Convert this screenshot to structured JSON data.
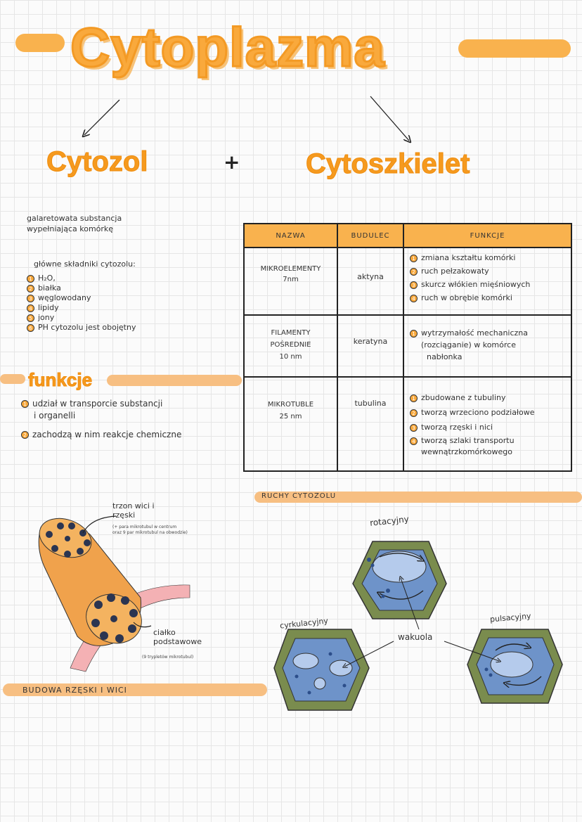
{
  "title": "Cytoplazma",
  "left_heading": "Cytozol",
  "plus": "+",
  "right_heading": "Cytoszkielet",
  "cytozol": {
    "definition": [
      "galaretowata substancja",
      "wypełniająca komórkę"
    ],
    "components_label": "główne składniki cytozolu:",
    "components": [
      "H₂O,",
      "białka",
      "węglowodany",
      "lipidy",
      "jony",
      "PH cytozolu jest obojętny"
    ]
  },
  "funkcje": {
    "heading": "funkcje",
    "items": [
      "udział w transporcie substancji",
      "i organelli",
      "zachodzą w nim reakcje chemiczne"
    ]
  },
  "table": {
    "headers": [
      "NAZWA",
      "BUDULEC",
      "FUNKCJE"
    ],
    "rows": [
      {
        "name": [
          "MIKROELEMENTY",
          "7nm"
        ],
        "material": "aktyna",
        "functions": [
          "zmiana kształtu komórki",
          "ruch pełzakowaty",
          "skurcz włókien mięśniowych",
          "ruch w obrębie komórki"
        ]
      },
      {
        "name": [
          "FILAMENTY",
          "POŚREDNIE",
          "10 nm"
        ],
        "material": "keratyna",
        "functions": [
          "wytrzymałość mechaniczna",
          "(rozciąganie) w komórce",
          "nabłonka"
        ]
      },
      {
        "name": [
          "MIKROTUBLE",
          "25 nm"
        ],
        "material": "tubulina",
        "functions": [
          "zbudowane z tubuliny",
          "tworzą wrzeciono podziałowe",
          "tworzą rzęski i nici",
          "tworzą szlaki transportu",
          "wewnątrzkomórkowego"
        ]
      }
    ]
  },
  "ruchy": {
    "label": "RUCHY CYTOZOLU",
    "rotacyjny": "rotacyjny",
    "cyrkulacyjny": "cyrkulacyjny",
    "pulsacyjny": "pulsacyjny",
    "wakuola": "wakuola"
  },
  "rzeska": {
    "label": "BUDOWA RZĘSKI I WICI",
    "trzon": [
      "trzon wici i",
      "rzęski"
    ],
    "trzon_note": [
      "(+ para mikrotubul w centrum",
      "oraz 9 par mikrotubul na obwodzie)"
    ],
    "cialko": [
      "ciałko",
      "podstawowe"
    ],
    "cialko_note": "(9 trypletów mikrotubul)"
  },
  "colors": {
    "orange": "#f9a93c",
    "orange_light": "#f7bf82",
    "cell_wall": "#7a8c4e",
    "cell_blue": "#6e93c9",
    "vacuole": "#b5cbec"
  }
}
